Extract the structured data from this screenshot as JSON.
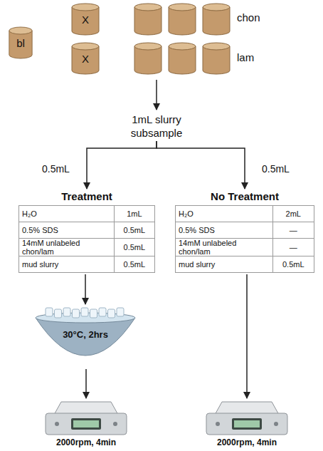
{
  "diagram": {
    "nodes": [
      {
        "text": [
          "bl"
        ]
      },
      {
        "text": [
          "X"
        ]
      },
      {
        "text": [
          "X"
        ]
      },
      {
        "text": [
          "1mL slurry subsample"
        ]
      },
      {
        "text": [
          "Treatment",
          "H₂O",
          "1mL",
          "0.5% SDS",
          "0.5mL",
          "14mM unlabeled chon/lam",
          "0.5mL",
          "mud slurry",
          "0.5mL"
        ]
      },
      {
        "text": [
          "No Treatment",
          "H₂O",
          "2mL",
          "0.5% SDS",
          "—",
          "14mM unlabeled chon/lam",
          "—",
          "mud slurry",
          "0.5mL"
        ]
      },
      {
        "text": [
          "30°C, 2hrs"
        ]
      },
      {
        "text": [
          "2000rpm, 4min"
        ]
      },
      {
        "text": [
          "2000rpm, 4min"
        ]
      }
    ],
    "edges": [
      {
        "from": 3,
        "to": 4,
        "label": "0.5mL",
        "arrow": "to"
      },
      {
        "from": 3,
        "to": 5,
        "label": "0.5mL",
        "arrow": "to"
      },
      {
        "from": 4,
        "to": 6,
        "arrow": "to"
      },
      {
        "from": 6,
        "to": 7,
        "arrow": "to"
      },
      {
        "from": 5,
        "to": 8,
        "arrow": "to"
      }
    ],
    "labels": [
      "chon",
      "lam"
    ]
  }
}
